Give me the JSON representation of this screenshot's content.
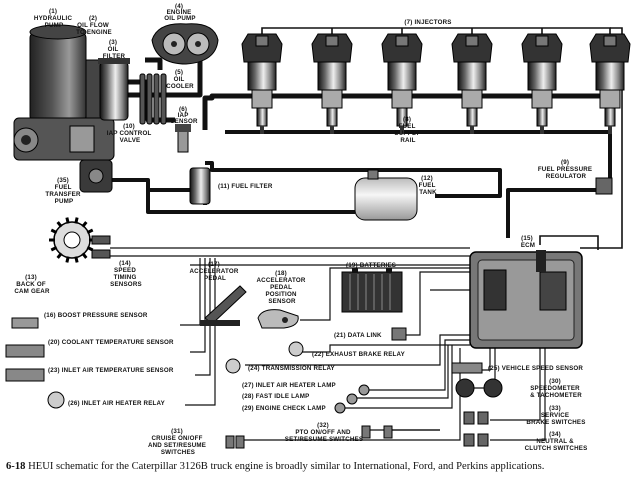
{
  "labels": {
    "hydraulic_pump": [
      "(1)",
      "HYDRAULIC",
      "PUMP"
    ],
    "oil_flow": [
      "(2)",
      "OIL FLOW",
      "TO ENGINE"
    ],
    "oil_filter": [
      "(3)",
      "OIL",
      "FILTER"
    ],
    "engine_oil_pump": [
      "(4)",
      "ENGINE",
      "OIL PUMP"
    ],
    "oil_cooler": [
      "(5)",
      "OIL",
      "COOLER"
    ],
    "iap_sensor": [
      "(6)",
      "IAP",
      "SENSOR"
    ],
    "injectors": "(7) INJECTORS",
    "fuel_supply_rail": [
      "(8)",
      "FUEL",
      "SUPPLY",
      "RAIL"
    ],
    "fuel_pressure_regulator": [
      "(9)",
      "FUEL PRESSURE",
      "REGULATOR"
    ],
    "iap_control_valve": [
      "(10)",
      "IAP CONTROL",
      "VALVE"
    ],
    "fuel_filter": "(11) FUEL FILTER",
    "fuel_tank": [
      "(12)",
      "FUEL",
      "TANK"
    ],
    "back_of_cam_gear": [
      "(13)",
      "BACK OF",
      "CAM GEAR"
    ],
    "speed_timing_sensors": [
      "(14)",
      "SPEED",
      "TIMING",
      "SENSORS"
    ],
    "ecm": [
      "(15)",
      "ECM"
    ],
    "boost_pressure_sensor": "(16) BOOST PRESSURE SENSOR",
    "accelerator_pedal": [
      "(17)",
      "ACCELERATOR",
      "PEDAL"
    ],
    "accelerator_pedal_position_sensor": [
      "(18)",
      "ACCELERATOR",
      "PEDAL",
      "POSITION",
      "SENSOR"
    ],
    "batteries": "(19) BATTERIES",
    "coolant_temperature_sensor": "(20) COOLANT TEMPERATURE SENSOR",
    "data_link": "(21) DATA LINK",
    "exhaust_brake_relay": "(22) EXHAUST BRAKE RELAY",
    "inlet_air_temperature_sensor": "(23) INLET AIR TEMPERATURE SENSOR",
    "transmission_relay": "(24) TRANSMISSION RELAY",
    "vehicle_speed_sensor": "(25) VEHICLE SPEED SENSOR",
    "inlet_air_heater_relay": "(26) INLET AIR HEATER RELAY",
    "inlet_air_heater_lamp": "(27) INLET AIR HEATER LAMP",
    "fast_idle_lamp": "(28) FAST IDLE LAMP",
    "engine_check_lamp": "(29) ENGINE CHECK LAMP",
    "speedometer_tachometer": [
      "(30)",
      "SPEEDOMETER",
      "& TACHOMETER"
    ],
    "cruise_switches": [
      "(31)",
      "CRUISE ON/OFF",
      "AND SET/RESUME",
      "SWITCHES"
    ],
    "pto_switches": [
      "(32)",
      "PTO ON/OFF AND",
      "SET/RESUME SWITCHES"
    ],
    "service_brake_switches": [
      "(33)",
      "SERVICE",
      "BRAKE SWITCHES"
    ],
    "neutral_clutch_switches": [
      "(34)",
      "NEUTRAL &",
      "CLUTCH SWITCHES"
    ],
    "fuel_transfer_pump": [
      "(35)",
      "FUEL",
      "TRANSFER",
      "PUMP"
    ]
  },
  "caption": {
    "figure_number": "6-18",
    "text": "HEUI schematic for the Caterpillar 3126B truck engine is broadly similar to International, Ford, and Perkins applications."
  }
}
